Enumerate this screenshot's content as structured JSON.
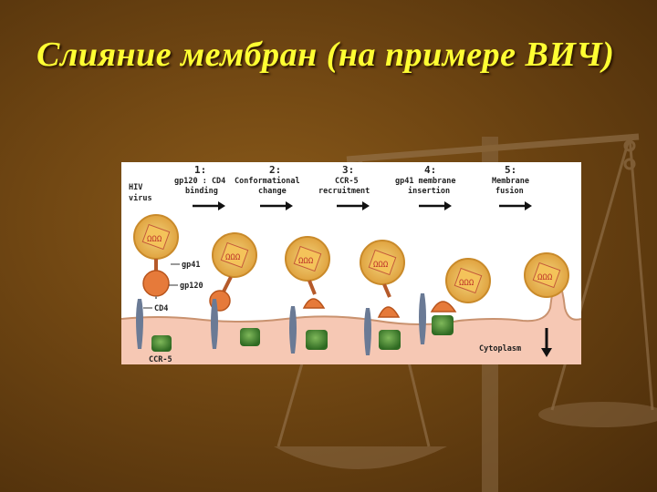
{
  "slide": {
    "title": "Слияние мембран (на примере ВИЧ)",
    "colors": {
      "title": "#ffff33",
      "background": "#6e4512",
      "membrane": "#f6c8b4"
    }
  },
  "diagram": {
    "virus_label": [
      "HIV",
      "virus"
    ],
    "steps": [
      {
        "number": "1:",
        "lines": [
          "gp120 : CD4",
          "binding"
        ]
      },
      {
        "number": "2:",
        "lines": [
          "Conformational",
          "change"
        ]
      },
      {
        "number": "3:",
        "lines": [
          "CCR-5",
          "recruitment"
        ]
      },
      {
        "number": "4:",
        "lines": [
          "gp41 membrane",
          "insertion"
        ]
      },
      {
        "number": "5:",
        "lines": [
          "Membrane",
          "fusion"
        ]
      }
    ],
    "labels": {
      "gp41": "gp41",
      "gp120": "gp120",
      "cd4": "CD4",
      "ccr5": "CCR-5",
      "cytoplasm": "Cytoplasm"
    }
  }
}
